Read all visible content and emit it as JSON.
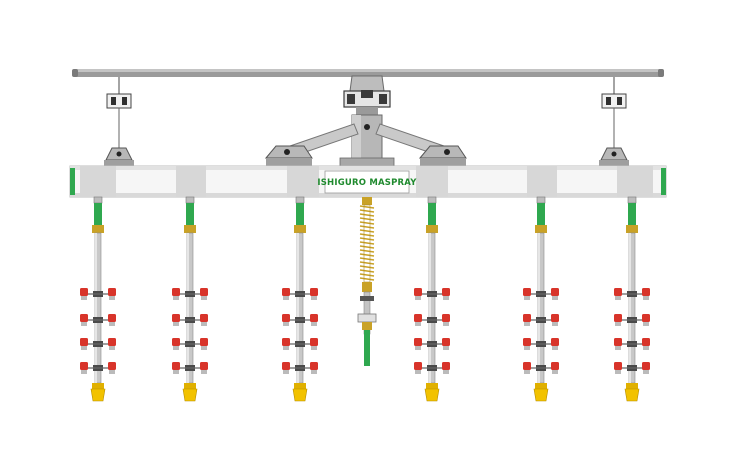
{
  "diagram": {
    "brand_label": "ISHIGURO MASPRAY",
    "colors": {
      "rail": "#8a8a8a",
      "boom_fill": "#f4f4f4",
      "boom_band": "#d2d2d2",
      "metal": "#b5b5b5",
      "metal_dark": "#444444",
      "green": "#2fa84f",
      "brass": "#c9a227",
      "nozzle_red": "#d8342a",
      "nozzle_yellow": "#f2c200",
      "bracket": "#3a3a3a"
    },
    "components": {
      "overhead_rail": "rail",
      "main_boom": "boom",
      "center_trolley": "trolley",
      "side_hangers": [
        "hanger-left",
        "hanger-right"
      ],
      "drop_pipes": [
        "drop-1",
        "drop-2",
        "drop-3",
        "drop-4",
        "drop-5",
        "drop-6"
      ],
      "supply_hose": "center-hose"
    }
  }
}
